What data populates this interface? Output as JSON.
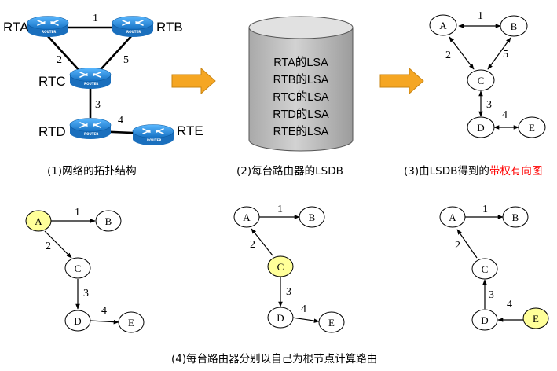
{
  "captions": {
    "topology": "(1)网络的拓扑结构",
    "lsdb": "(2)每台路由器的LSDB",
    "directed_graph_prefix": "(3)由LSDB得到的",
    "directed_graph_highlight": "带权有向图",
    "spf_trees": "(4)每台路由器分别以自己为根节点计算路由"
  },
  "colors": {
    "highlight_text": "#ff0000",
    "root_node_fill": "#ffff99",
    "router_blue": "#2a8fd6",
    "arrow_orange": "#f5a623",
    "database_gray": "#c8c8c8"
  },
  "topology": {
    "routers": [
      "RTA",
      "RTB",
      "RTC",
      "RTD",
      "RTE"
    ],
    "router_icon_text": "ROUTER",
    "link_costs": [
      "1",
      "2",
      "5",
      "3",
      "4"
    ]
  },
  "lsdb": {
    "entries": [
      "RTA的LSA",
      "RTB的LSA",
      "RTC的LSA",
      "RTD的LSA",
      "RTE的LSA"
    ]
  },
  "graph": {
    "nodes": [
      "A",
      "B",
      "C",
      "D",
      "E"
    ],
    "edge_weights": [
      "1",
      "2",
      "5",
      "3",
      "4"
    ]
  },
  "spf_trees": [
    {
      "root": "A",
      "nodes": [
        "A",
        "B",
        "C",
        "D",
        "E"
      ],
      "weights": [
        "1",
        "2",
        "3",
        "4"
      ]
    },
    {
      "root": "C",
      "nodes": [
        "A",
        "B",
        "C",
        "D",
        "E"
      ],
      "weights": [
        "1",
        "2",
        "3",
        "4"
      ]
    },
    {
      "root": "E",
      "nodes": [
        "A",
        "B",
        "C",
        "D",
        "E"
      ],
      "weights": [
        "1",
        "2",
        "3",
        "4"
      ]
    }
  ]
}
